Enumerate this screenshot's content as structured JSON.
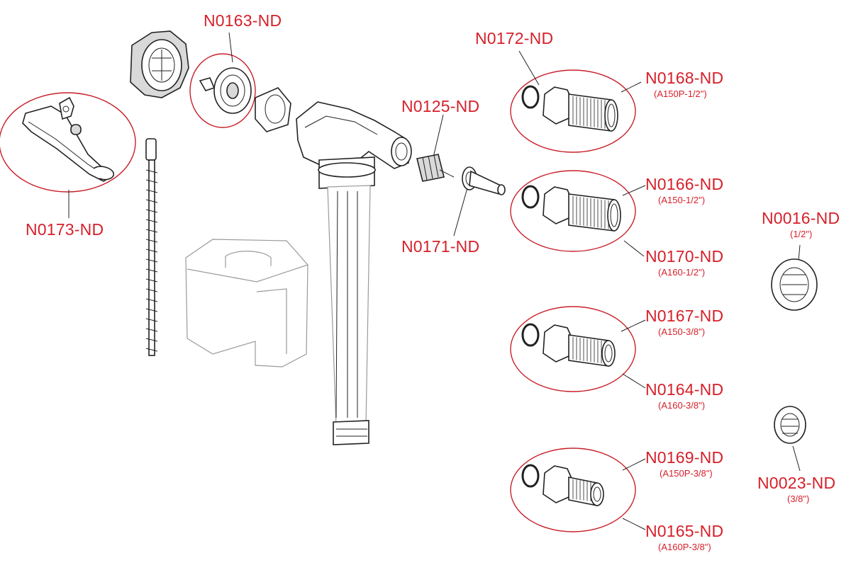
{
  "diagram": {
    "accent_color": "#d6202a",
    "parts": [
      {
        "id": "n0163",
        "code": "N0163-ND",
        "sub": ""
      },
      {
        "id": "n0173",
        "code": "N0173-ND",
        "sub": ""
      },
      {
        "id": "n0172",
        "code": "N0172-ND",
        "sub": ""
      },
      {
        "id": "n0125",
        "code": "N0125-ND",
        "sub": ""
      },
      {
        "id": "n0171",
        "code": "N0171-ND",
        "sub": ""
      },
      {
        "id": "n0168",
        "code": "N0168-ND",
        "sub": "(A150P-1/2\")"
      },
      {
        "id": "n0166",
        "code": "N0166-ND",
        "sub": "(A150-1/2\")"
      },
      {
        "id": "n0170",
        "code": "N0170-ND",
        "sub": "(A160-1/2\")"
      },
      {
        "id": "n0016",
        "code": "N0016-ND",
        "sub": "(1/2\")"
      },
      {
        "id": "n0167",
        "code": "N0167-ND",
        "sub": "(A150-3/8\")"
      },
      {
        "id": "n0164",
        "code": "N0164-ND",
        "sub": "(A160-3/8\")"
      },
      {
        "id": "n0169",
        "code": "N0169-ND",
        "sub": "(A150P-3/8\")"
      },
      {
        "id": "n0023",
        "code": "N0023-ND",
        "sub": "(3/8\")"
      },
      {
        "id": "n0165",
        "code": "N0165-ND",
        "sub": "(A160P-3/8\")"
      }
    ]
  }
}
